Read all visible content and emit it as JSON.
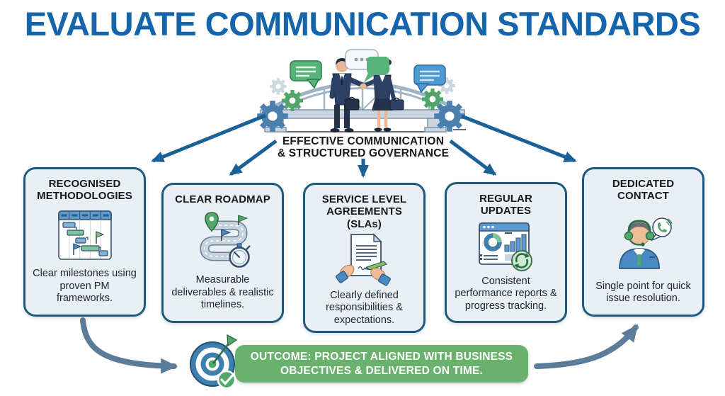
{
  "title": "EVALUATE COMMUNICATION STANDARDS",
  "center": {
    "caption_line1": "EFFECTIVE COMMUNICATION",
    "caption_line2": "& STRUCTURED GOVERNANCE",
    "illustration": "two-business-people-handshake-on-bridge-with-gears-and-speech-bubbles"
  },
  "boxes": [
    {
      "title": "RECOGNISED METHODOLOGIES",
      "description": "Clear milestones using proven PM frameworks.",
      "icon": "gantt-chart-icon"
    },
    {
      "title": "CLEAR ROADMAP",
      "description": "Measurable deliverables & realistic timelines.",
      "icon": "winding-road-map-icon"
    },
    {
      "title": "SERVICE LEVEL AGREEMENTS (SLAs)",
      "description": "Clearly defined responsibilities & expectations.",
      "icon": "signed-document-icon"
    },
    {
      "title": "REGULAR UPDATES",
      "description": "Consistent performance reports & progress tracking.",
      "icon": "dashboard-report-refresh-icon"
    },
    {
      "title": "DEDICATED CONTACT",
      "description": "Single point for quick issue resolution.",
      "icon": "support-agent-headset-icon"
    }
  ],
  "outcome": {
    "line1": "OUTCOME: PROJECT ALIGNED WITH BUSINESS",
    "line2": "OBJECTIVES & DELIVERED ON TIME.",
    "icon": "target-dart-check-icon"
  },
  "colors": {
    "title_blue": "#1565ad",
    "arrow_blue": "#1a6295",
    "curved_arrow_slate": "#5b7d99",
    "box_border": "#1d5a80",
    "box_fill": "#e9eff5",
    "banner_green": "#69b16d",
    "accent_green": "#52a86a",
    "bubble_green": "#57b377",
    "bubble_blue": "#4e9ad2",
    "gear_blue": "#4a7fae",
    "text_dark": "#15181d"
  }
}
